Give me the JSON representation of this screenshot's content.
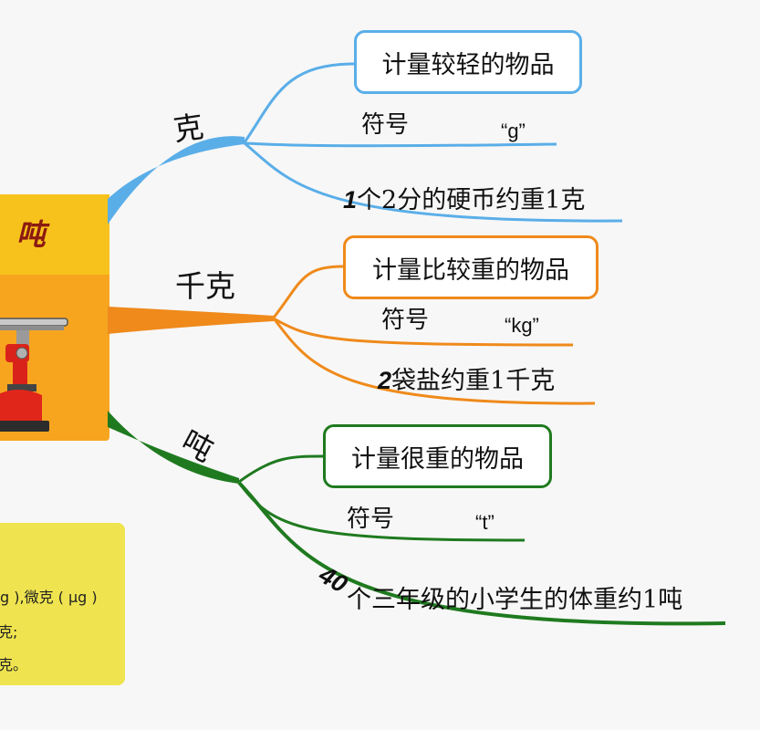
{
  "central": {
    "title": "吨"
  },
  "branches": [
    {
      "id": "gram",
      "label": "克",
      "color": "#5aaee8",
      "description": "计量较轻的物品",
      "symbol_label": "符号",
      "symbol": "“g”",
      "example_number": "1",
      "example_text": "个2分的硬币约重1克"
    },
    {
      "id": "kilogram",
      "label": "千克",
      "color": "#ef8a1b",
      "description": "计量比较重的物品",
      "symbol_label": "符号",
      "symbol": "“kg”",
      "example_number": "2",
      "example_text": "袋盐约重1千克"
    },
    {
      "id": "ton",
      "label": "吨",
      "color": "#1f7a1f",
      "description": "计量很重的物品",
      "symbol_label": "符号",
      "symbol": "“t”",
      "example_number": "40",
      "example_text": "个三年级的小学生的体重约1吨"
    }
  ],
  "note_panel": {
    "lines": [
      "g ),微克 ( μg )",
      "克;",
      "克。"
    ]
  }
}
